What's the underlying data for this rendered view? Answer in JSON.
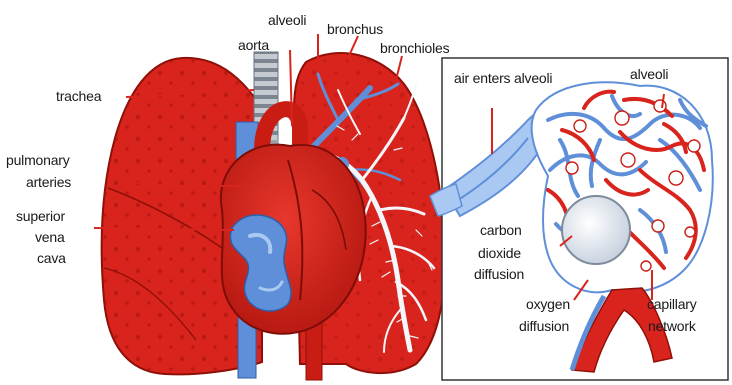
{
  "colors": {
    "lung_red": "#d8241c",
    "lung_dark": "#a3120c",
    "vessel_blue": "#5f8fd8",
    "vessel_light": "#a9c9f2",
    "bronchi_white": "#f4f6fa",
    "trachea_gray": "#b9c0c8",
    "inset_border": "#333333"
  },
  "labels": {
    "alveoli_top": "alveoli",
    "aorta": "aorta",
    "bronchus": "bronchus",
    "bronchioles": "bronchioles",
    "trachea": "trachea",
    "pulmonary_arteries_1": "pulmonary",
    "pulmonary_arteries_2": "arteries",
    "superior": "superior",
    "vena": "vena",
    "cava": "cava",
    "air_enters": "air enters alveoli",
    "alveoli_inset": "alveoli",
    "carbon": "carbon",
    "dioxide": "dioxide",
    "diffusion_co2": "diffusion",
    "oxygen": "oxygen",
    "diffusion_o2": "diffusion",
    "capillary": "capillary",
    "network": "network"
  }
}
